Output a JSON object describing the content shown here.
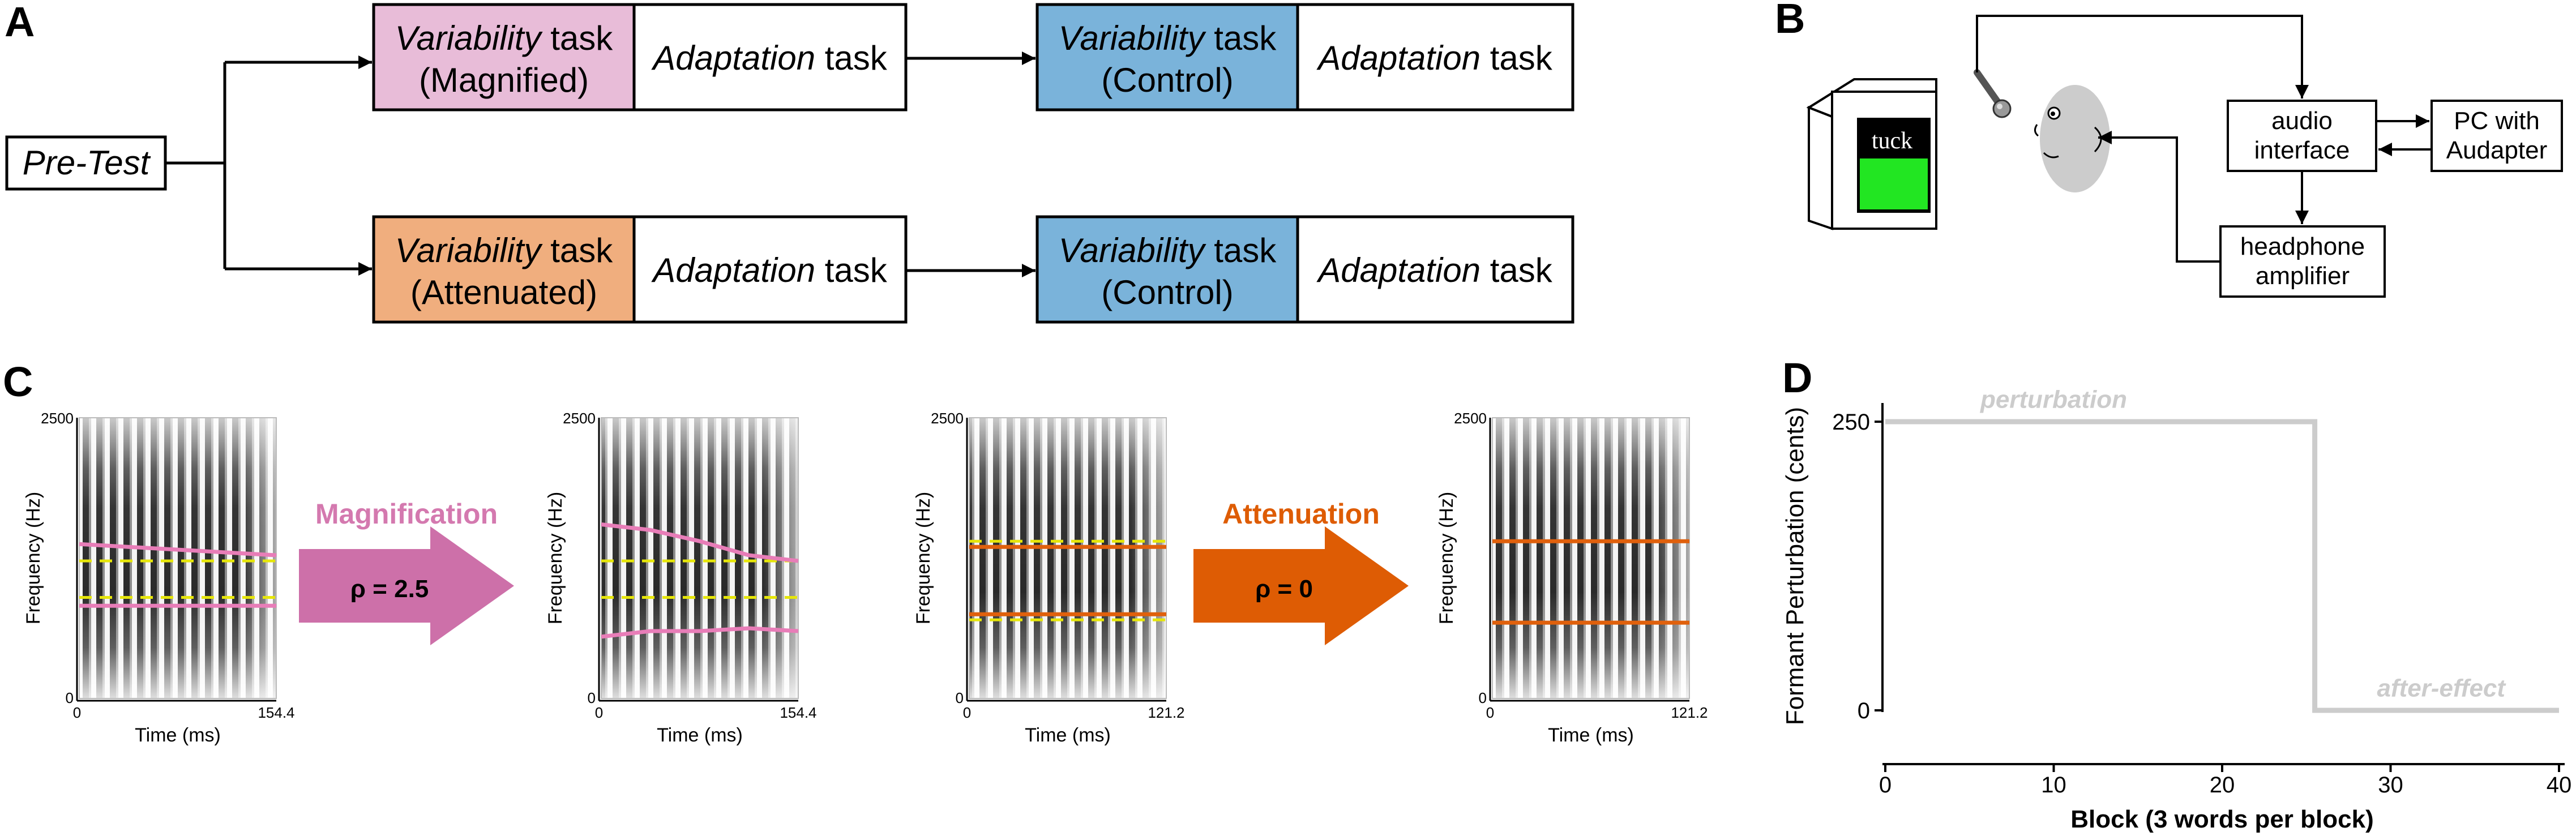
{
  "panel_labels": {
    "a": "A",
    "b": "B",
    "c": "C",
    "d": "D"
  },
  "panel_a": {
    "pretest": "Pre-Test",
    "task_word": "task",
    "variability": "Variability",
    "adaptation": "Adaptation",
    "magnified": "(Magnified)",
    "attenuated": "(Attenuated)",
    "control": "(Control)",
    "colors": {
      "magnified": "#e8bcd8",
      "attenuated": "#f0ae7e",
      "control": "#7ab3da"
    }
  },
  "panel_b": {
    "screen_word": "tuck",
    "audio_interface": [
      "audio",
      "interface"
    ],
    "pc": [
      "PC with",
      "Audapter"
    ],
    "headphone": [
      "headphone",
      "amplifier"
    ],
    "colors": {
      "screen_bar": "#22e622",
      "head": "#cccccc"
    }
  },
  "panel_c": {
    "ylabel": "Frequency (Hz)",
    "xlabel": "Time (ms)",
    "ytick_top": "2500",
    "ytick_bottom": "0",
    "xtick_zero": "0",
    "spectrograms": [
      {
        "xmax": "154.4",
        "line_color": "#e87db8"
      },
      {
        "xmax": "154.4",
        "line_color": "#e87db8"
      },
      {
        "xmax": "121.2",
        "line_color": "#e0600c"
      },
      {
        "xmax": "121.2",
        "line_color": "#e0600c"
      }
    ],
    "dash_color": "#e6e60a",
    "arrows": [
      {
        "title": "Magnification",
        "label": "ρ = 2.5",
        "color": "#cd70a9",
        "title_color": "#d479af"
      },
      {
        "title": "Attenuation",
        "label": "ρ = 0",
        "color": "#de5c04",
        "title_color": "#de5c04"
      }
    ]
  },
  "chart_data": {
    "type": "line",
    "title": "",
    "xlabel": "Block (3 words per block)",
    "ylabel": "Formant Perturbation (cents)",
    "xlim": [
      0,
      40
    ],
    "ylim": [
      0,
      250
    ],
    "xticks": [
      "0",
      "10",
      "20",
      "30",
      "40"
    ],
    "yticks": [
      "0",
      "250"
    ],
    "series": [
      {
        "x": [
          0,
          25.5,
          25.5,
          40
        ],
        "values": [
          250,
          250,
          0,
          0
        ],
        "color": "#cccccc"
      }
    ],
    "annotations": [
      {
        "text": "perturbation",
        "x": 10,
        "y": 262
      },
      {
        "text": "after-effect",
        "x": 33,
        "y": 12
      }
    ]
  }
}
